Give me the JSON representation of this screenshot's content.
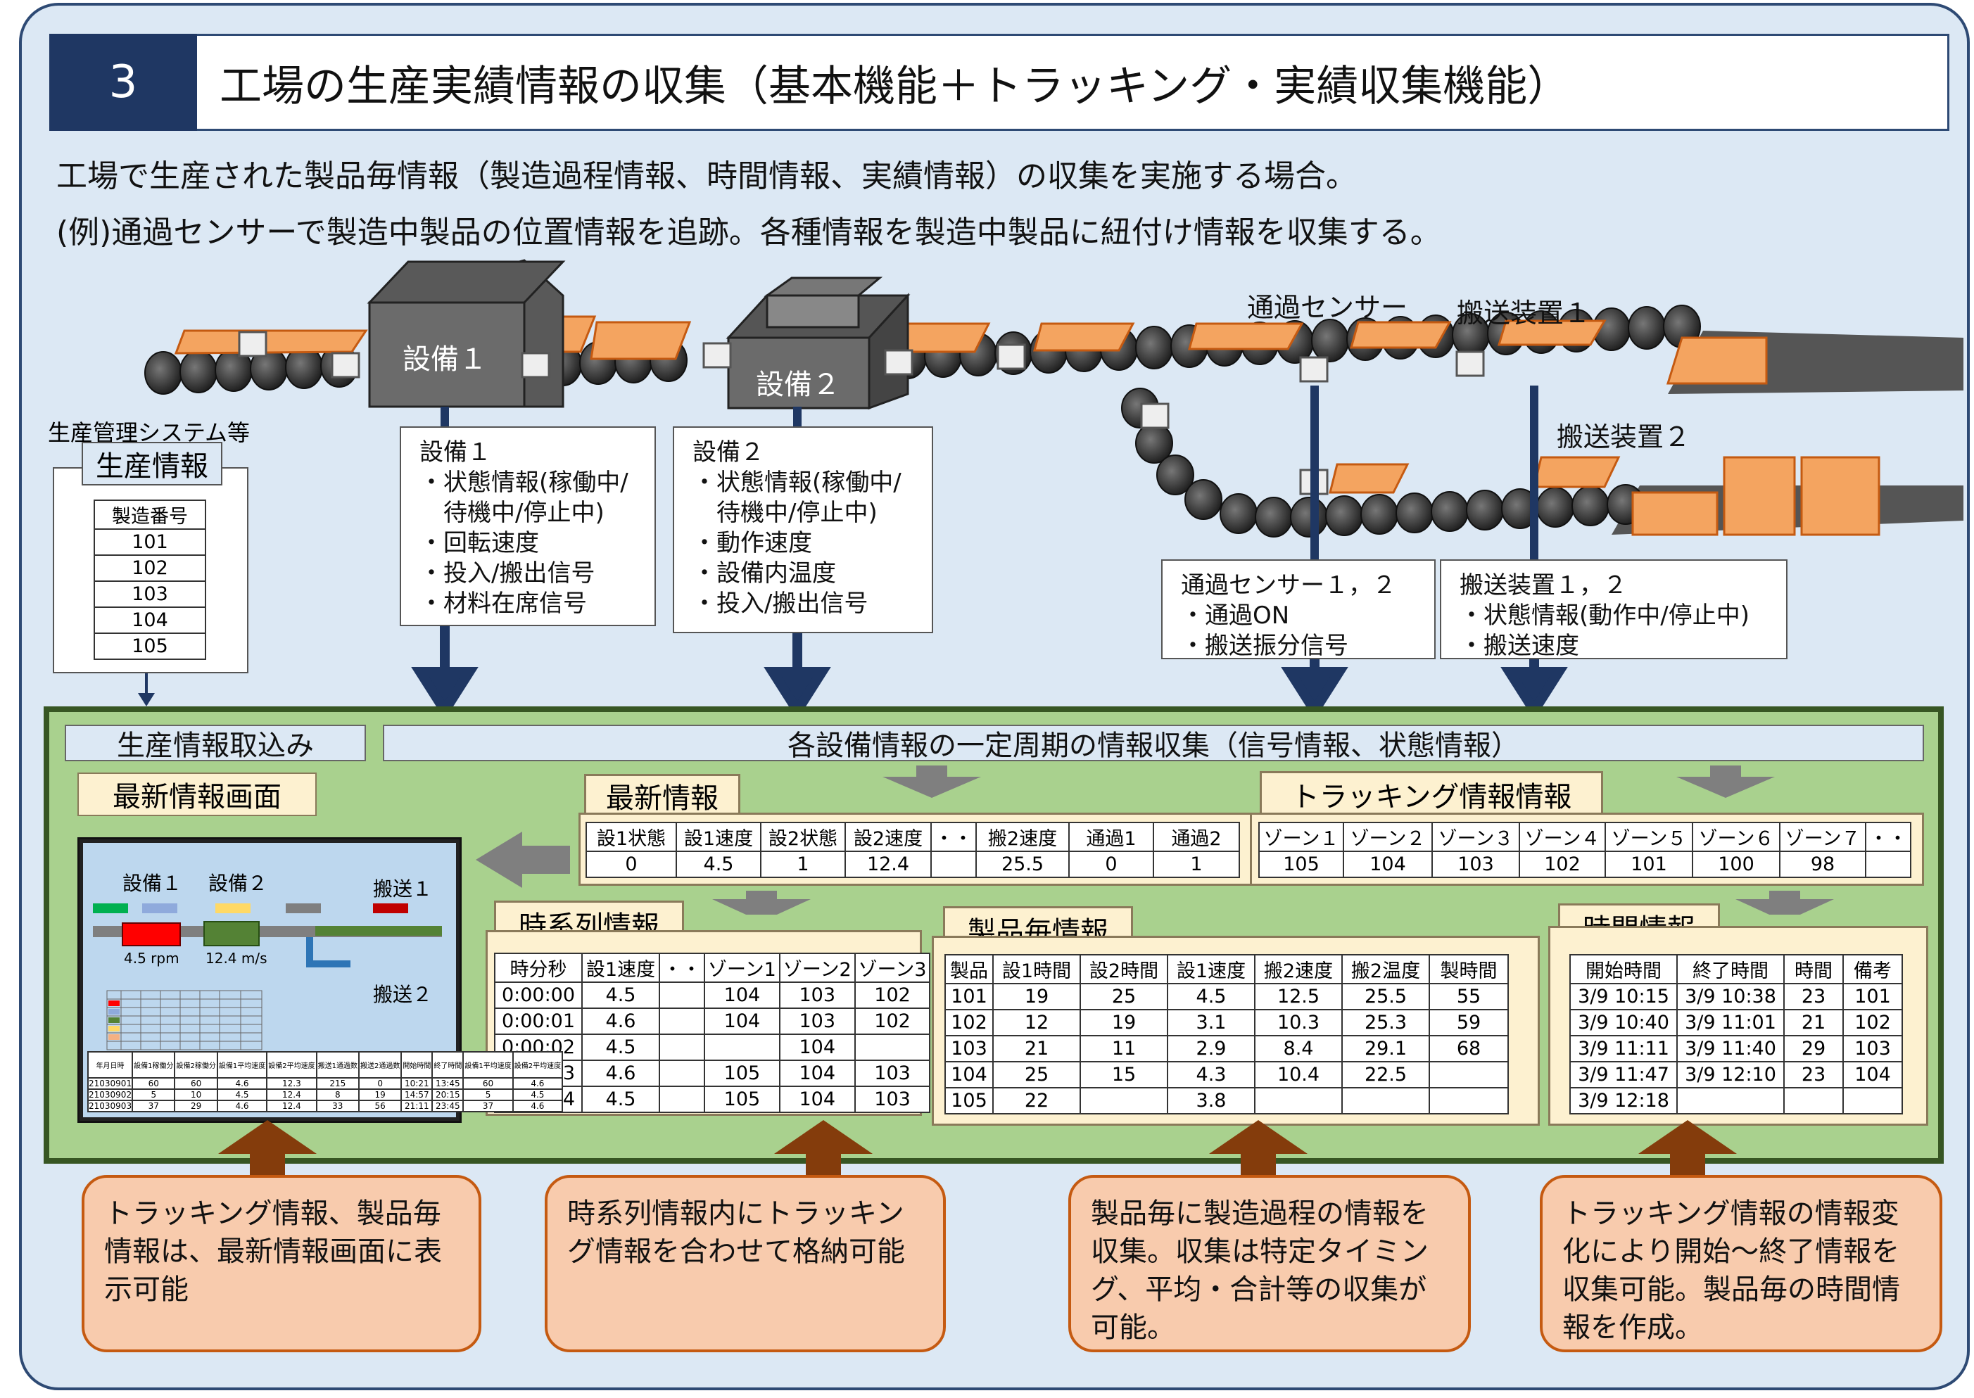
{
  "header": {
    "number": "3",
    "title": "工場の生産実績情報の収集（基本機能＋トラッキング・実績収集機能）"
  },
  "intro": {
    "line1": "工場で生産された製品毎情報（製造過程情報、時間情報、実績情報）の収集を実施する場合。",
    "line2": "(例)通過センサーで製造中製品の位置情報を追跡。各種情報を製造中製品に紐付け情報を収集する。"
  },
  "line_labels": {
    "equip1": "設備１",
    "equip2": "設備２",
    "sensor": "通過センサー",
    "convey1": "搬送装置１",
    "convey2": "搬送装置２"
  },
  "production_system": {
    "caption": "生産管理システム等",
    "title": "生産情報",
    "col_header": "製造番号",
    "rows": [
      "101",
      "102",
      "103",
      "104",
      "105"
    ]
  },
  "info_boxes": {
    "equip1": [
      "設備１",
      "・状態情報(稼働中/",
      "　待機中/停止中)",
      "・回転速度",
      "・投入/搬出信号",
      "・材料在席信号"
    ],
    "equip2": [
      "設備２",
      "・状態情報(稼働中/",
      "　待機中/停止中)",
      "・動作速度",
      "・設備内温度",
      "・投入/搬出信号"
    ],
    "sensor": [
      "通過センサー１，２",
      "・通過ON",
      "・搬送振分信号"
    ],
    "convey": [
      "搬送装置１，２",
      "・状態情報(動作中/停止中)",
      "・搬送速度"
    ]
  },
  "collection": {
    "import_label": "生産情報取込み",
    "cycle_label": "各設備情報の一定周期の情報収集（信号情報、状態情報）",
    "screen_label": "最新情報画面"
  },
  "latest": {
    "title": "最新情報",
    "headers": [
      "設1状態",
      "設1速度",
      "設2状態",
      "設2速度",
      "・・",
      "搬2速度",
      "通過1",
      "通過2"
    ],
    "values": [
      "0",
      "4.5",
      "1",
      "12.4",
      "",
      "25.5",
      "0",
      "1"
    ]
  },
  "tracking": {
    "title": "トラッキング情報情報",
    "headers": [
      "ゾーン１",
      "ゾーン２",
      "ゾーン３",
      "ゾーン４",
      "ゾーン５",
      "ゾーン６",
      "ゾーン７",
      "・・"
    ],
    "values": [
      "105",
      "104",
      "103",
      "102",
      "101",
      "100",
      "98",
      ""
    ]
  },
  "timeseries": {
    "title": "時系列情報",
    "headers": [
      "時分秒",
      "設1速度",
      "・・",
      "ゾーン1",
      "ゾーン2",
      "ゾーン3"
    ],
    "rows": [
      [
        "0:00:00",
        "4.5",
        "",
        "104",
        "103",
        "102"
      ],
      [
        "0:00:01",
        "4.6",
        "",
        "104",
        "103",
        "102"
      ],
      [
        "0:00:02",
        "4.5",
        "",
        "",
        "104",
        ""
      ],
      [
        "0:00:03",
        "4.6",
        "",
        "105",
        "104",
        "103"
      ],
      [
        "0:00:04",
        "4.5",
        "",
        "105",
        "104",
        "103"
      ]
    ]
  },
  "product": {
    "title": "製品毎情報",
    "headers": [
      "製品",
      "設1時間",
      "設2時間",
      "設1速度",
      "搬2速度",
      "搬2温度",
      "製時間"
    ],
    "rows": [
      [
        "101",
        "19",
        "25",
        "4.5",
        "12.5",
        "25.5",
        "55"
      ],
      [
        "102",
        "12",
        "19",
        "3.1",
        "10.3",
        "25.3",
        "59"
      ],
      [
        "103",
        "21",
        "11",
        "2.9",
        "8.4",
        "29.1",
        "68"
      ],
      [
        "104",
        "25",
        "15",
        "4.3",
        "10.4",
        "22.5",
        ""
      ],
      [
        "105",
        "22",
        "",
        "3.8",
        "",
        "",
        ""
      ]
    ]
  },
  "time_info": {
    "title": "時間情報",
    "headers": [
      "開始時間",
      "終了時間",
      "時間",
      "備考"
    ],
    "rows": [
      [
        "3/9 10:15",
        "3/9 10:38",
        "23",
        "101"
      ],
      [
        "3/9 10:40",
        "3/9 11:01",
        "21",
        "102"
      ],
      [
        "3/9 11:11",
        "3/9 11:40",
        "29",
        "103"
      ],
      [
        "3/9 11:47",
        "3/9 12:10",
        "23",
        "104"
      ],
      [
        "3/9 12:18",
        "",
        "",
        ""
      ]
    ]
  },
  "screen": {
    "equip1": "設備１",
    "equip2": "設備２",
    "convey1": "搬送１",
    "convey2": "搬送２",
    "rpm": "4.5 rpm",
    "ms": "12.4 m/s",
    "bottom_headers": [
      "年月日時",
      "設備1稼働分",
      "設備2稼働分",
      "設備1平均速度",
      "設備2平均速度",
      "搬送1通過数",
      "搬送2通過数",
      "開始時間",
      "終了時間",
      "設備1平均速度",
      "設備2平均速度"
    ],
    "bottom_rows": [
      [
        "21030901",
        "60",
        "60",
        "4.6",
        "12.3",
        "215",
        "0",
        "10:21",
        "13:45",
        "60",
        "4.6"
      ],
      [
        "21030902",
        "5",
        "10",
        "4.5",
        "12.4",
        "8",
        "19",
        "14:57",
        "20:15",
        "5",
        "4.5"
      ],
      [
        "21030903",
        "37",
        "29",
        "4.6",
        "12.4",
        "33",
        "56",
        "21:11",
        "23:45",
        "37",
        "4.6"
      ]
    ]
  },
  "notes": [
    "トラッキング情報、製品毎情報は、最新情報画面に表示可能",
    "時系列情報内にトラッキング情報を合わせて格納可能",
    "製品毎に製造過程の情報を収集。収集は特定タイミング、平均・合計等の収集が可能。",
    "トラッキング情報の情報変化により開始～終了情報を収集可能。製品毎の時間情報を作成。"
  ],
  "colors": {
    "navy": "#1f3763",
    "green_bg": "#a9d18e",
    "green_border": "#375623",
    "note_bg": "#f8cbad",
    "note_border": "#c55a11",
    "cream": "#fdf1d0",
    "frame_bg": "#dce8f4",
    "product_orange": "#f4a460"
  }
}
